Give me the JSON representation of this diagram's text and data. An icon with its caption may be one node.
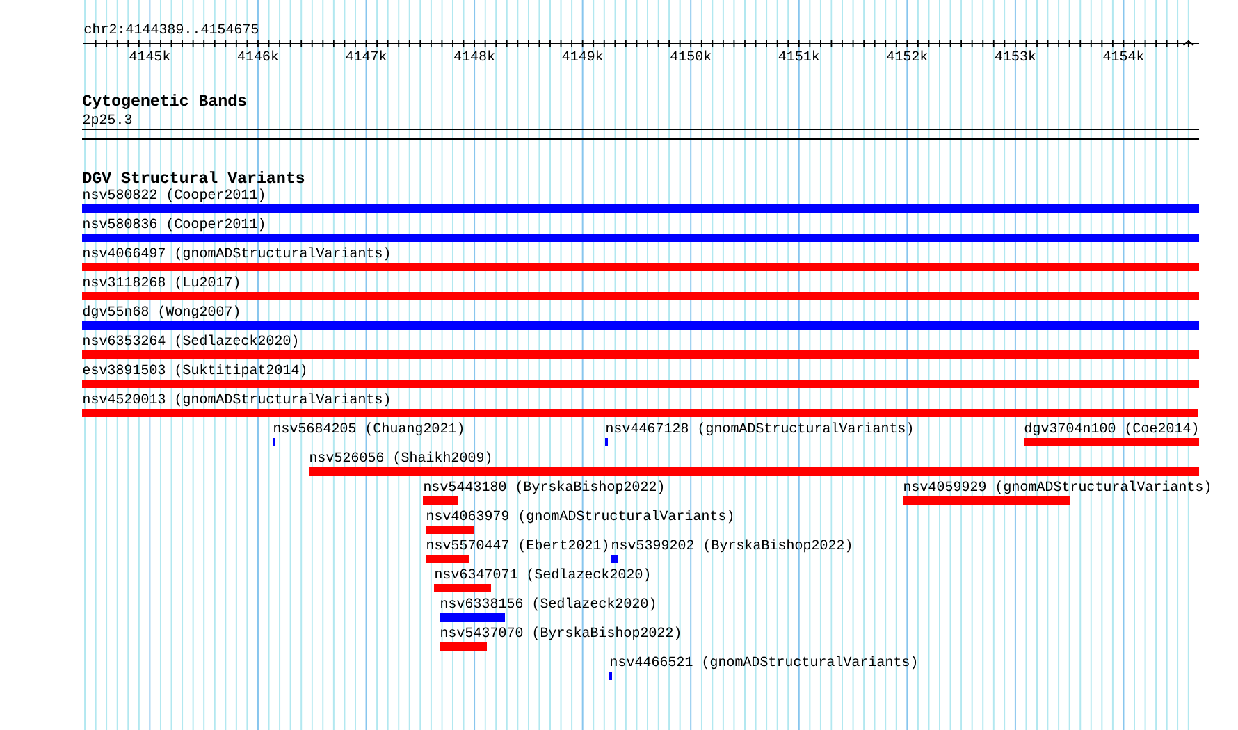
{
  "diagram": {
    "nodes": [
      {
        "text": [
          "2p25.3"
        ]
      },
      {
        "text": [
          "nsv580822 (Cooper2011)"
        ]
      },
      {
        "text": [
          "nsv580836 (Cooper2011)"
        ]
      },
      {
        "text": [
          "nsv4066497 (gnomADStructuralVariants)"
        ]
      },
      {
        "text": [
          "nsv3118268 (Lu2017)"
        ]
      },
      {
        "text": [
          "dgv55n68 (Wong2007)"
        ]
      },
      {
        "text": [
          "nsv6353264 (Sedlazeck2020)"
        ]
      },
      {
        "text": [
          "esv3891503 (Suktitipat2014)"
        ]
      },
      {
        "text": [
          "nsv4520013 (gnomADStructuralVariants)"
        ]
      },
      {
        "text": [
          "nsv5684205 (Chuang2021)"
        ]
      },
      {
        "text": [
          "nsv4467128 (gnomADStructuralVariants)"
        ]
      },
      {
        "text": [
          "dgv3704n100 (Coe2014)"
        ]
      },
      {
        "text": [
          "nsv526056 (Shaikh2009)"
        ]
      },
      {
        "text": [
          "nsv5443180 (ByrskaBishop2022)"
        ]
      },
      {
        "text": [
          "nsv4059929 (gnomADStructuralVariants)"
        ]
      },
      {
        "text": [
          "nsv4063979 (gnomADStructuralVariants)"
        ]
      },
      {
        "text": [
          "nsv5570447 (Ebert2021)"
        ]
      },
      {
        "text": [
          "nsv5399202 (ByrskaBishop2022)"
        ]
      },
      {
        "text": [
          "nsv6347071 (Sedlazeck2020)"
        ]
      },
      {
        "text": [
          "nsv6338156 (Sedlazeck2020)"
        ]
      },
      {
        "text": [
          "nsv5437070 (ByrskaBishop2022)"
        ]
      },
      {
        "text": [
          "nsv4466521 (gnomADStructuralVariants)"
        ]
      }
    ],
    "labels": [
      "chr2:4144389..4154675",
      "4145k",
      "4146k",
      "4147k",
      "4148k",
      "4149k",
      "4150k",
      "4151k",
      "4152k",
      "4153k",
      "4154k",
      "Cytogenetic Bands",
      "DGV Structural Variants"
    ]
  }
}
